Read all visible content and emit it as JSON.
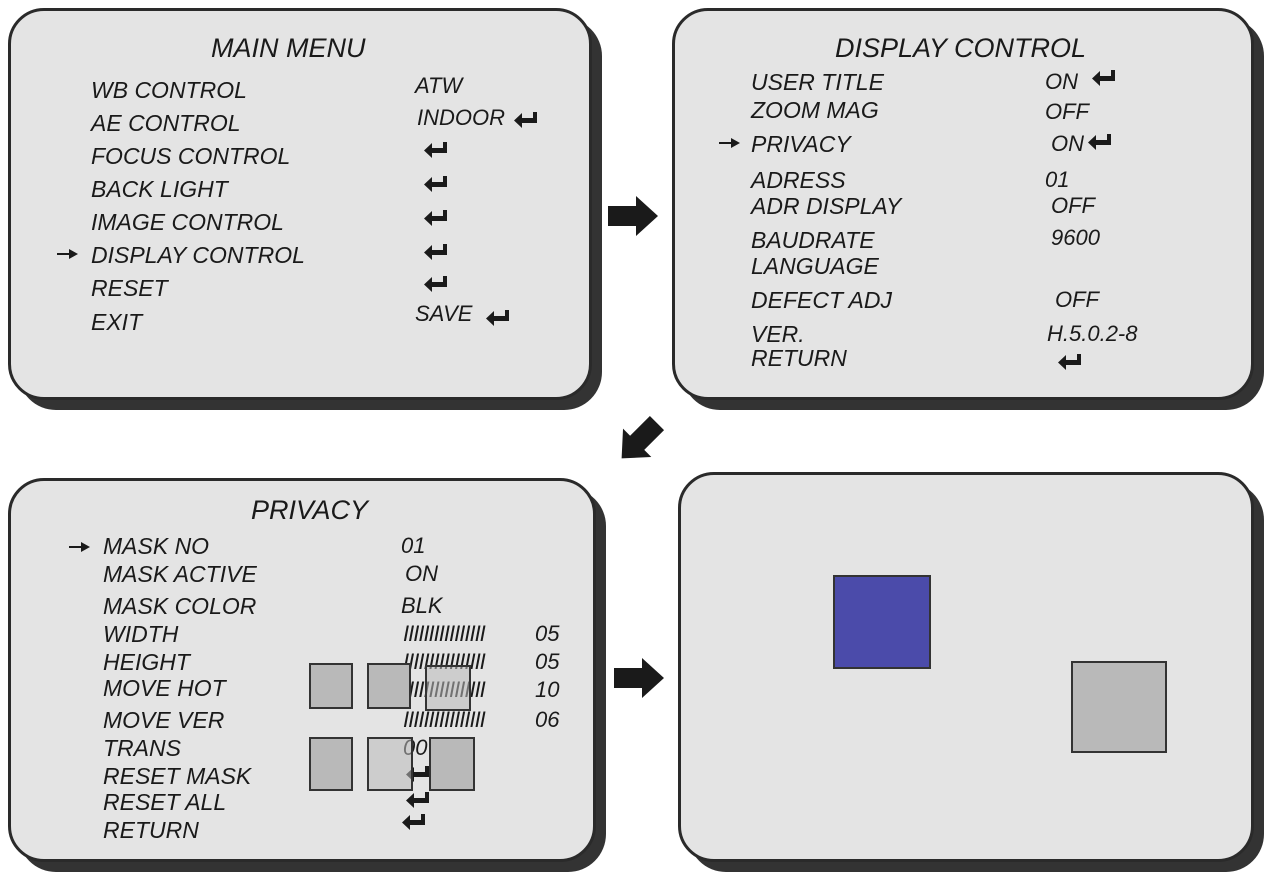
{
  "main_menu": {
    "title": "MAIN MENU",
    "items": [
      {
        "label": "WB CONTROL",
        "value": "ATW"
      },
      {
        "label": "AE CONTROL",
        "value": "INDOOR"
      },
      {
        "label": "FOCUS CONTROL",
        "value": ""
      },
      {
        "label": "BACK LIGHT",
        "value": ""
      },
      {
        "label": "IMAGE CONTROL",
        "value": ""
      },
      {
        "label": "DISPLAY CONTROL",
        "value": ""
      },
      {
        "label": "RESET",
        "value": ""
      },
      {
        "label": "EXIT",
        "value": "SAVE"
      }
    ]
  },
  "display_control": {
    "title": "DISPLAY CONTROL",
    "items": [
      {
        "label": "USER TITLE",
        "value": "ON"
      },
      {
        "label": "ZOOM MAG",
        "value": "OFF"
      },
      {
        "label": "PRIVACY",
        "value": "ON"
      },
      {
        "label": "ADRESS",
        "value": "01"
      },
      {
        "label": "ADR DISPLAY",
        "value": "OFF"
      },
      {
        "label": "BAUDRATE",
        "value": "9600"
      },
      {
        "label": "LANGUAGE",
        "value": ""
      },
      {
        "label": "DEFECT ADJ",
        "value": "OFF"
      },
      {
        "label": "VER.",
        "value": "H.5.0.2-8"
      },
      {
        "label": "RETURN",
        "value": ""
      }
    ]
  },
  "privacy": {
    "title": "PRIVACY",
    "items": [
      {
        "label": "MASK NO",
        "value": "01"
      },
      {
        "label": "MASK ACTIVE",
        "value": "ON"
      },
      {
        "label": "MASK COLOR",
        "value": "BLK"
      },
      {
        "label": "WIDTH",
        "bar": "IIIIIIIIIIIIIIII",
        "value": "05"
      },
      {
        "label": "HEIGHT",
        "bar": "IIIIIIIIIIIIIIII",
        "value": "05"
      },
      {
        "label": "MOVE HOT",
        "bar": "IIIIIIIIIIIIIIII",
        "value": "10"
      },
      {
        "label": "MOVE VER",
        "bar": "IIIIIIIIIIIIIIII",
        "value": "06"
      },
      {
        "label": "TRANS",
        "value": "00"
      },
      {
        "label": "RESET  MASK",
        "value": ""
      },
      {
        "label": "RESET ALL",
        "value": ""
      },
      {
        "label": "RETURN",
        "value": ""
      }
    ]
  },
  "colors": {
    "panel_bg": "#e4e4e4",
    "panel_border": "#2a2a2a",
    "panel_shadow": "#333333",
    "mask_blue": "#4b4baa",
    "mask_gray": "#b9b9b9"
  }
}
